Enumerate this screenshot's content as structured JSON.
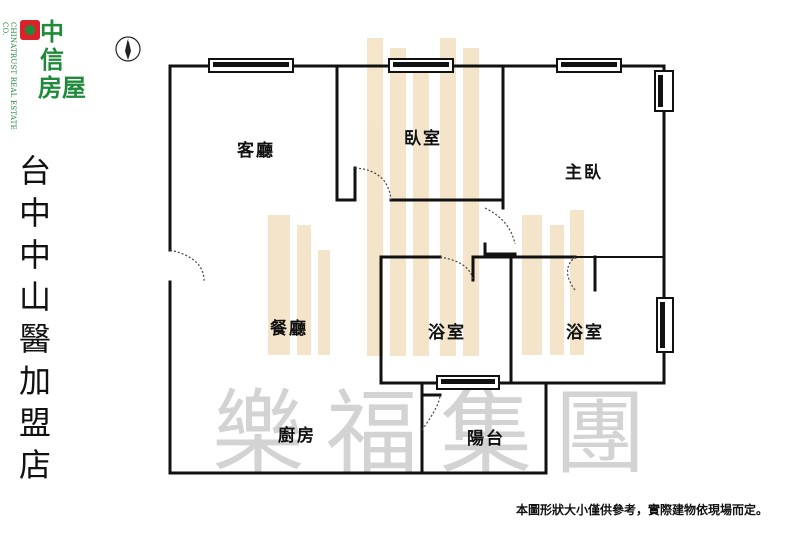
{
  "brand": {
    "name_zh_line1": "中信",
    "name_zh_line2": "房屋",
    "name_en": "CHINATRUST REAL ESTATE CO.",
    "logo_color": "#d8232a",
    "brand_color": "#1f8a3a"
  },
  "branch_name": "台\n中\n中\n山\n醫\n加\n盟\n店",
  "compass_label": "N",
  "watermark": "樂福集團",
  "rooms": {
    "living_room": "客廳",
    "bedroom": "臥室",
    "master_bedroom": "主臥",
    "dining_room": "餐廳",
    "bathroom_1": "浴室",
    "bathroom_2": "浴室",
    "kitchen": "廚房",
    "balcony": "陽台"
  },
  "disclaimer": "本圖形狀大小僅供參考，實際建物依現場而定。"
}
